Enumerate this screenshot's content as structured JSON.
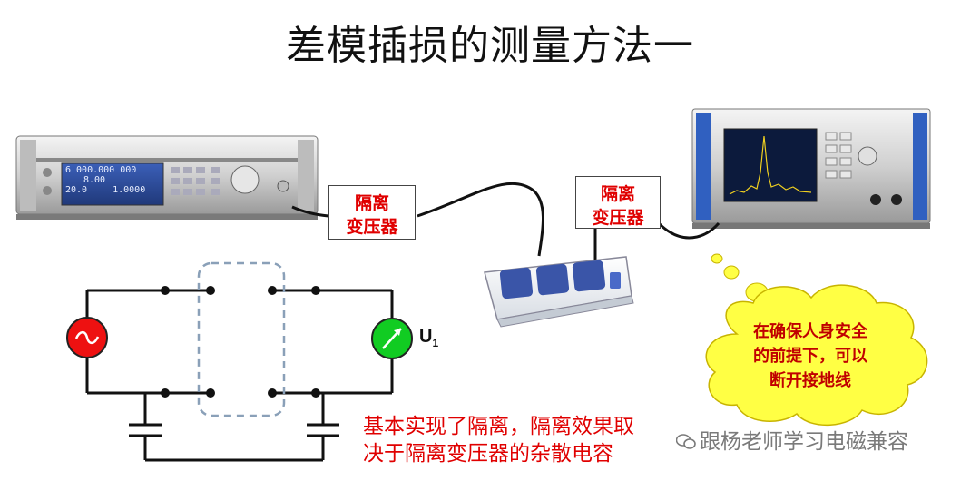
{
  "title": "差模插损的测量方法一",
  "signal_generator": {
    "display_line1": "6 000.000 000",
    "display_line2": "8.00",
    "display_line3": "20.0",
    "display_line4": "1.0000"
  },
  "isolation_transformer_left": [
    "隔离",
    "变压器"
  ],
  "isolation_transformer_right": [
    "隔离",
    "变压器"
  ],
  "circuit": {
    "voltmeter_label": "U",
    "voltmeter_subscript": "1"
  },
  "note": {
    "line1": "基本实现了隔离，隔离效果取",
    "line2": "决于隔离变压器的杂散电容"
  },
  "cloud": {
    "line1": "在确保人身安全",
    "line2": "的前提下，可以",
    "line3": "断开接地线"
  },
  "watermark": "跟杨老师学习电磁兼容",
  "colors": {
    "accent_red": "#e00000",
    "source_fill": "#ee1111",
    "meter_fill": "#11cc22",
    "cloud_fill": "#ffff44",
    "dashed_box": "#8aa0b8"
  }
}
